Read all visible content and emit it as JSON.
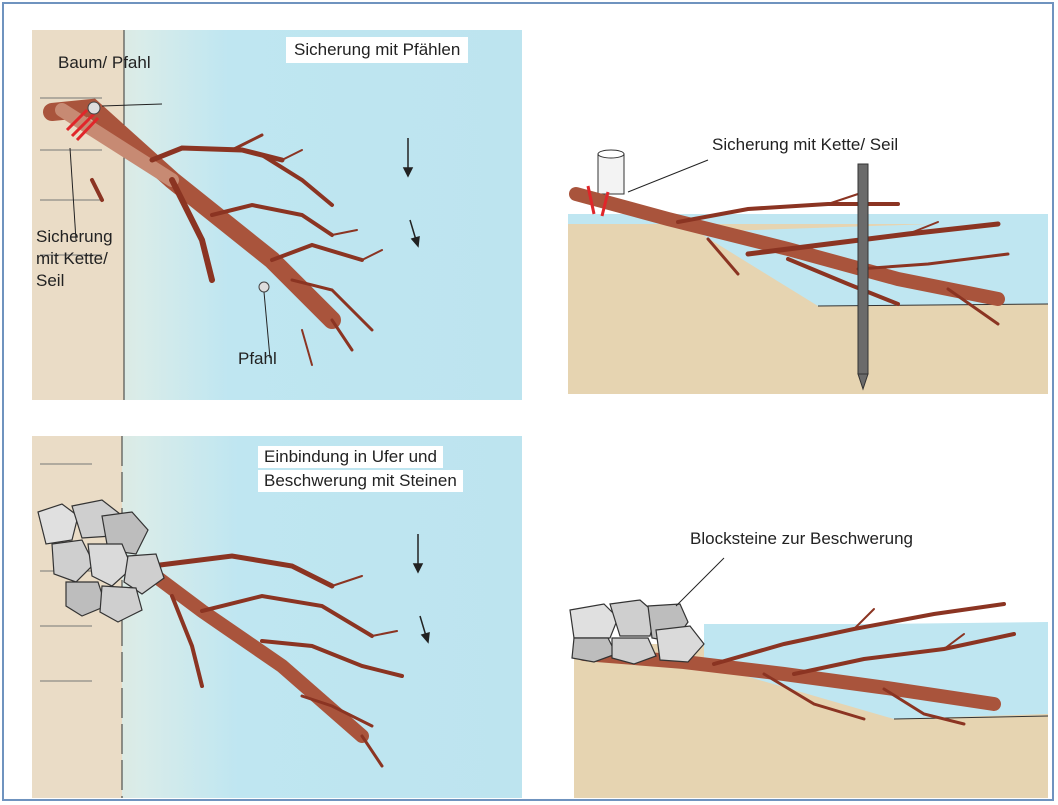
{
  "colors": {
    "water": "#bfe6f1",
    "bank": "#eadcc6",
    "soil": "#e6d4b1",
    "tree": "#8b3422",
    "tree_light": "#c78a73",
    "rope": "#e0262a",
    "stone": "#c9c9c9",
    "frame": "#6f93bf"
  },
  "panel_top_left": {
    "title": "Sicherung mit Pfählen",
    "label_baum": "Baum/ Pfahl",
    "label_sicherung_1": "Sicherung",
    "label_sicherung_2": "mit Kette/",
    "label_sicherung_3": "Seil",
    "label_pfahl": "Pfahl"
  },
  "panel_top_right": {
    "label": "Sicherung mit Kette/ Seil"
  },
  "panel_bottom_left": {
    "title_1": "Einbindung in Ufer und",
    "title_2": "Beschwerung mit Steinen"
  },
  "panel_bottom_right": {
    "label": "Blocksteine zur Beschwerung"
  }
}
